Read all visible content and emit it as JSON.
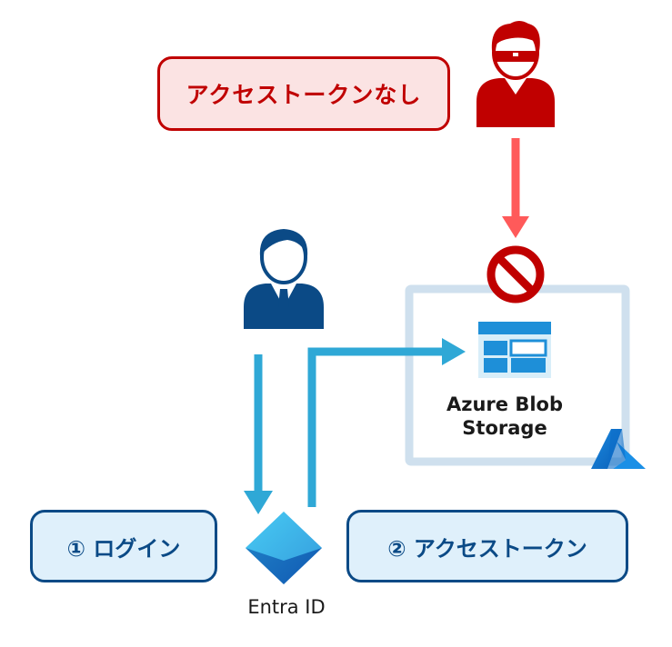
{
  "labels": {
    "no_token": "アクセストークンなし",
    "login": "① ログイン",
    "access_token": "② アクセストークン",
    "storage_line1": "Azure Blob",
    "storage_line2": "Storage",
    "entra": "Entra ID"
  },
  "colors": {
    "attacker_red": "#c00000",
    "arrow_red": "#ff5a5a",
    "flow_blue": "#2fa8d6",
    "user_navy": "#0b4a86",
    "box_fill_blue": "#dff0fb",
    "box_fill_red": "#fbe3e3",
    "boundary_gray": "#cfe0ee",
    "azure_blue": "#0a78d4"
  },
  "icons": {
    "attacker": "attacker-person-icon",
    "user": "business-user-icon",
    "blocked": "prohibited-icon",
    "storage": "blob-storage-icon",
    "azure": "azure-logo-icon",
    "entra": "entra-id-icon"
  }
}
